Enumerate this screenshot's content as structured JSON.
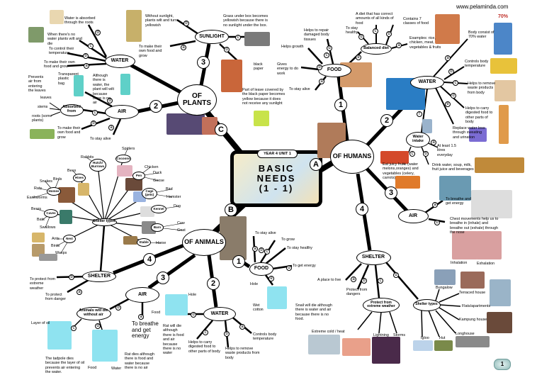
{
  "site": "www.pelaminda.com",
  "page_number": "1",
  "center": {
    "unit": "YEAR 4 UNIT 1",
    "line1": "BASIC",
    "line2": "NEEDS",
    "line3": "(1 - 1)"
  },
  "branch_letters": {
    "a": "A",
    "b": "B",
    "c": "C"
  },
  "numbers": [
    "1",
    "2",
    "3",
    "4"
  ],
  "letters": [
    "a",
    "b",
    "c",
    "d",
    "e",
    "f",
    "g",
    "h",
    "i",
    "j",
    "k",
    "l",
    "m"
  ],
  "plants": {
    "title": "OF PLANTS",
    "sunlight": {
      "title": "SUNLIGHT",
      "a": "To make their own food and grow",
      "b": "Without sunlight, plants wilt and turn yellowish",
      "c": "Grass under box becomes yellowish because there is no sunlight under the box.",
      "d": "Part of leave covered by the black paper becomes yellow because it does not receive any sunlight",
      "black_paper": "black paper"
    },
    "water": {
      "title": "WATER",
      "a": "To make their own food and grow",
      "b": "To control their temperature",
      "c": "When there's no water plants wilt and die",
      "d": "Water is absorbed through the roots"
    },
    "air": {
      "title": "AIR",
      "a": "To stay alive",
      "b": "To make their own food and grow",
      "prevents": "Prevents air from entering the leaves",
      "bag": "Transparent plastic bag",
      "wilt": "Although there is water, the plant will wilt because there is no air",
      "absorbed": {
        "title": "Absorbed from",
        "a": "leaves",
        "b": "stems",
        "c": "roots (some plants)"
      }
    }
  },
  "humans": {
    "title": "OF HUMANS",
    "food": {
      "title": "FOOD",
      "a": "To stay alive",
      "b": "Gives energy to do work",
      "c": "Helps growth",
      "d": "Helps to repair damaged body tissues",
      "balanced": {
        "title": "Balanced diet",
        "a": "Examples: rice, chicken, meat, vegetables & fruits",
        "b": "Contains 7 classes of food",
        "c": "A diet that has correct amounts of all kinds of food",
        "d": "To stay healthy"
      }
    },
    "water": {
      "title": "WATER",
      "percent": "70%",
      "a": "Body consist of 70% water",
      "b": "Controls body temperature",
      "c": "Helps to remove waste products from body",
      "d": "Helps to carry digested food to other parts of body",
      "e": "Replace water loss through sweating and urination",
      "intake": {
        "title": "Water intake",
        "a": "At least 1.5 litres everyday",
        "b": "Drink water, soup, milk, fruit juice and beverages",
        "c": "Eat juicy fruits (water melons,oranges) and vegetables (celery, carrots)"
      }
    },
    "air": {
      "title": "AIR",
      "a": "To breathe and get energy",
      "b": "Chest movements help us to breathe in (inhale) and breathe out (exhale) through the nose",
      "inhalation": "Inhalation",
      "exhalation": "Exhalation"
    },
    "shelter": {
      "title": "SHELTER",
      "a": "A place to live",
      "b": "Protect from dangers",
      "protect": {
        "title": "Protect from extreme weather",
        "items": [
          "Extreme cold / heat",
          "Lightning",
          "Storms"
        ]
      },
      "types": {
        "title": "Shelter types",
        "items": [
          "Bungalow",
          "Terraced house",
          "Flats/apartments",
          "Kampung house",
          "Longhouse",
          "Hut",
          "Igloo"
        ]
      }
    }
  },
  "animals": {
    "title": "OF ANIMALS",
    "food": {
      "title": "FOOD",
      "a": "To stay alive",
      "b": "To grow",
      "c": "To stay healthy",
      "d": "To get energy",
      "hole": "Hole",
      "wet": "Wet cotton",
      "snail": "Snail will die although there is water and air because there is no food."
    },
    "water": {
      "title": "WATER",
      "a": "Controls body temperature",
      "b": "Helps to remove waste products from body",
      "c": "Helps to carry digested food to other parts of body",
      "rat": "Rat will die although there is food and air because there is no water",
      "hole": "Hole",
      "food": "Food"
    },
    "air": {
      "title": "AIR",
      "a": "To breathe and get energy",
      "b": "Animals will die without air",
      "tadpole": "The tadpole dies because the layer of oil prevents air entering the water.",
      "oil": "Layer of oil",
      "rat": "Rat dies although there is food and water because there is no air",
      "food": "Food",
      "water": "Water"
    },
    "shelter": {
      "title": "SHELTER",
      "a": "To protect from danger",
      "b": "To protect from extreme weather",
      "types": {
        "title": "Shelter types",
        "groups": [
          {
            "name": "Homes",
            "items": [
              "Earthworms",
              "Rats",
              "Snakes",
              "Birds"
            ]
          },
          {
            "name": "Caves",
            "items": [
              "Bears",
              "Bats",
              "Swallows"
            ]
          },
          {
            "name": "Nest",
            "items": [
              "Ants",
              "Birds",
              "Wasps"
            ]
          },
          {
            "name": "Hives",
            "items": [
              "Bees"
            ]
          },
          {
            "name": "Hutch/ Burrows",
            "items": [
              "Rabbits"
            ]
          },
          {
            "name": "Cocoons",
            "items": [
              "Spiders"
            ]
          },
          {
            "name": "Pen",
            "items": [
              "Chicken",
              "Duck",
              "Goose"
            ]
          },
          {
            "name": "Cage (pets)",
            "items": [
              "Bird",
              "Hamster"
            ]
          },
          {
            "name": "Kennel",
            "items": [
              "Dog"
            ]
          },
          {
            "name": "Barn",
            "items": [
              "Cow",
              "Goat"
            ]
          },
          {
            "name": "Stable",
            "items": [
              "Horse"
            ]
          }
        ]
      }
    }
  }
}
